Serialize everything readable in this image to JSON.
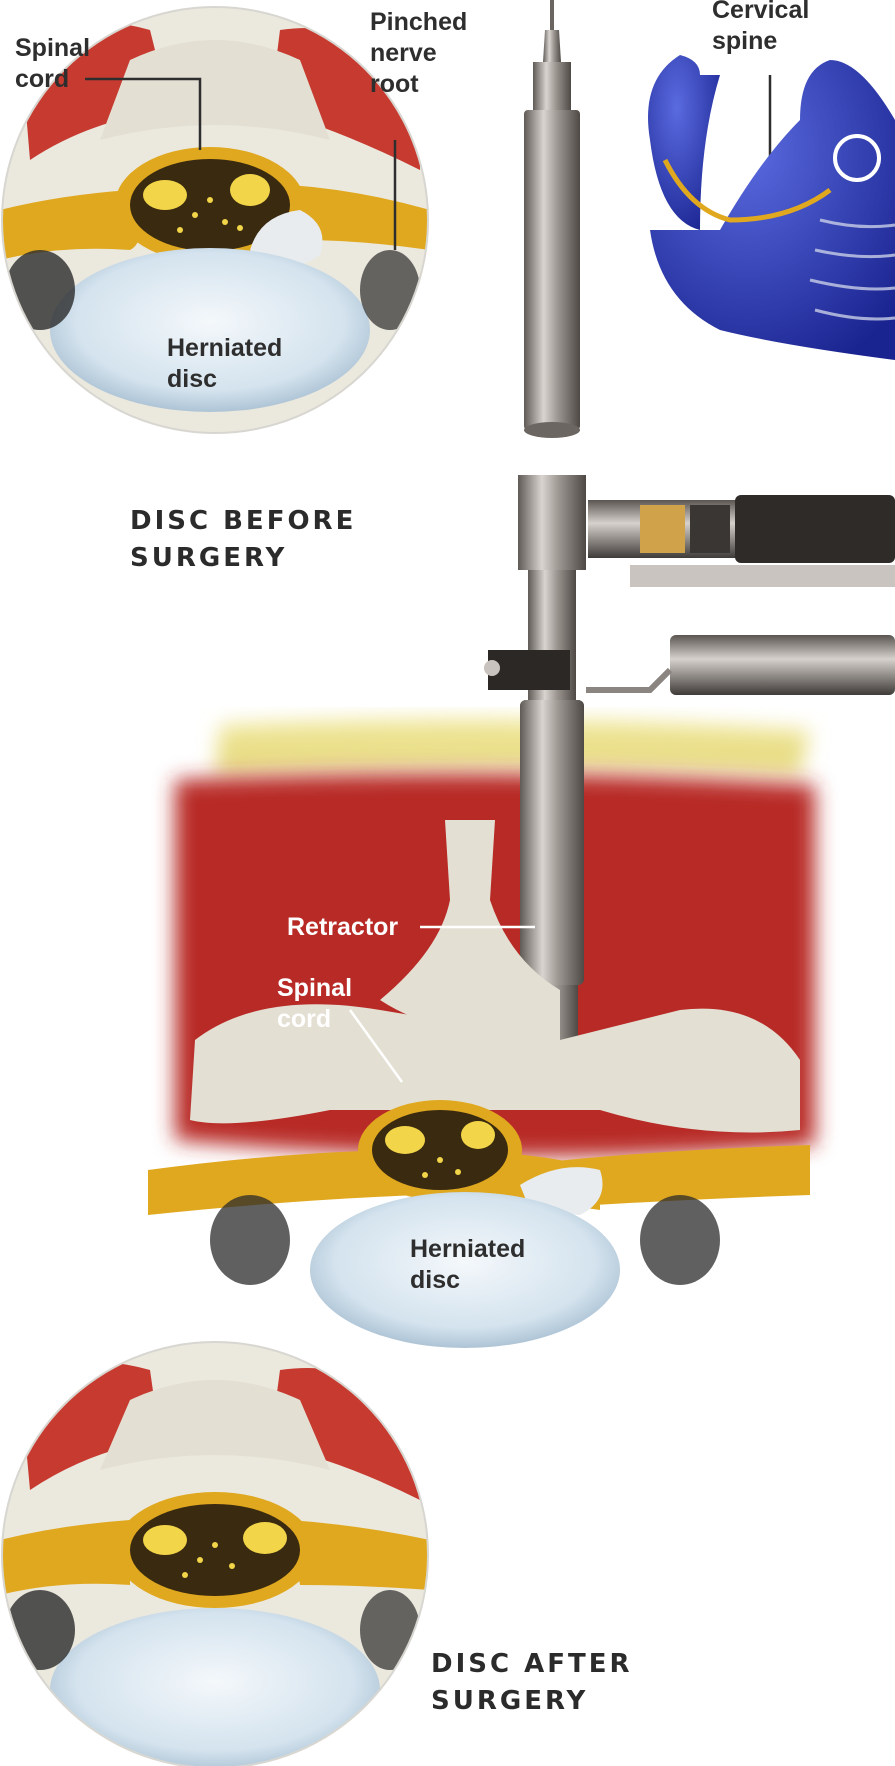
{
  "labels": {
    "top_spinal_cord": "Spinal\ncord",
    "pinched_nerve_root": "Pinched\nnerve\nroot",
    "cervical_spine": "Cervical\nspine",
    "top_herniated_disc": "Herniated\ndisc",
    "retractor": "Retractor",
    "mid_spinal_cord": "Spinal\ncord",
    "mid_herniated_disc": "Herniated\ndisc"
  },
  "captions": {
    "before": "DISC BEFORE\nSURGERY",
    "after": "DISC AFTER\nSURGERY"
  },
  "colors": {
    "muscle": "#c0302a",
    "nerve": "#e0a81e",
    "disc": "#dbe8f2",
    "bone": "#e3dfd2",
    "cord": "#3a2a10",
    "instrument": "#8a8580",
    "body_figure": "#2a3bbf"
  }
}
